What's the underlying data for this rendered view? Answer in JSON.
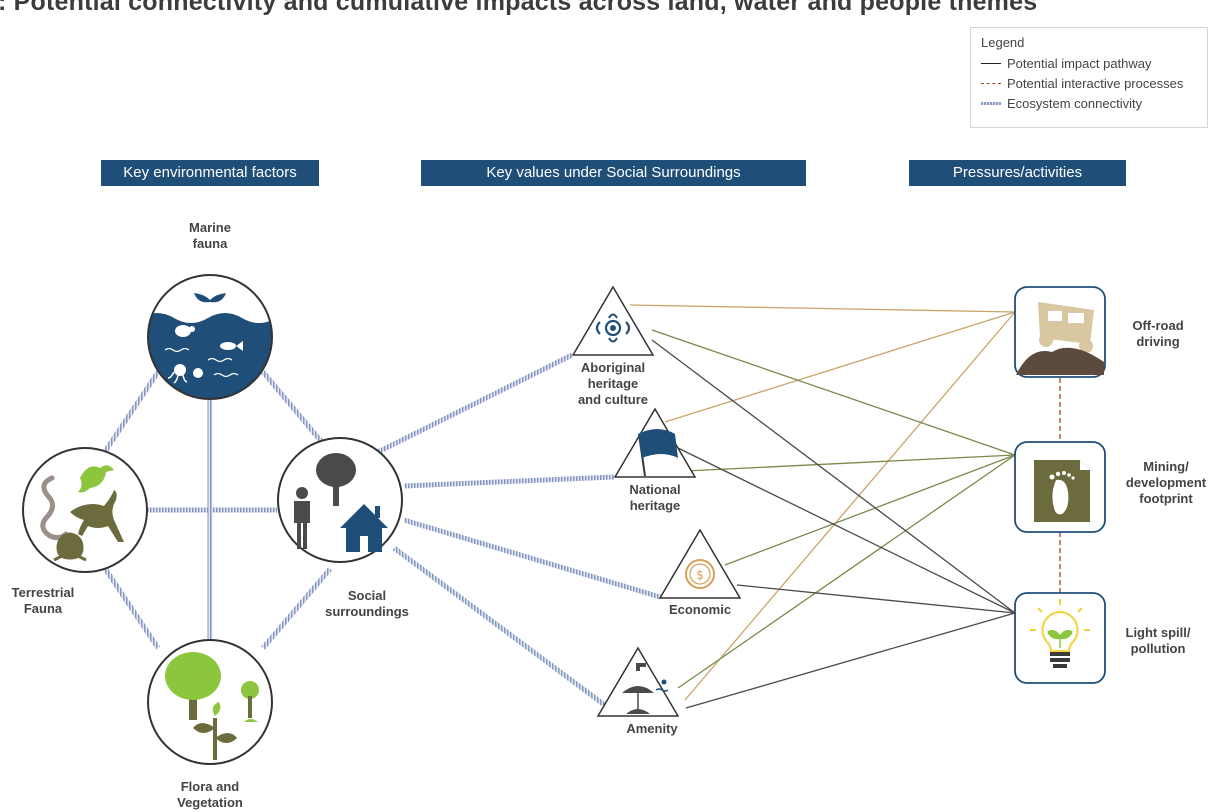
{
  "title": ": Potential connectivity and cumulative impacts across land, water and people themes",
  "legend": {
    "title": "Legend",
    "items": [
      {
        "label": "Potential impact pathway",
        "style": "solid",
        "color": "#222222"
      },
      {
        "label": "Potential interactive processes",
        "style": "dashed",
        "color": "#b03a2e"
      },
      {
        "label": "Ecosystem connectivity",
        "style": "hatched",
        "color": "#8d9fc6"
      }
    ]
  },
  "headers": {
    "factors": "Key environmental factors",
    "values": "Key values under Social Surroundings",
    "pressures": "Pressures/activities"
  },
  "factors": {
    "marine": "Marine\nfauna",
    "terrestrial": "Terrestrial\nFauna",
    "flora": "Flora and\nVegetation",
    "social": "Social\nsurroundings"
  },
  "values": {
    "aboriginal": "Aboriginal\nheritage\nand culture",
    "national": "National\nheritage",
    "economic": "Economic",
    "amenity": "Amenity"
  },
  "pressures": {
    "offroad": "Off-road\ndriving",
    "mining": "Mining/\ndevelopment\nfootprint",
    "light": "Light spill/\npollution"
  },
  "colors": {
    "header_bg": "#1f4e79",
    "navy": "#1f4e79",
    "offroad_line": "#c9a46a",
    "mining_line": "#7a8a4a",
    "light_line": "#4a4a4a",
    "interactive": "#b03a2e",
    "eco": "#8d9fc6"
  }
}
